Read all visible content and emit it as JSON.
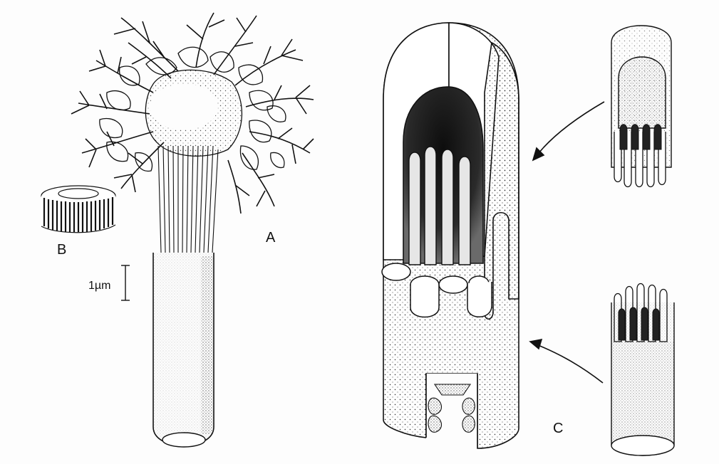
{
  "figure": {
    "labels": {
      "a": "A",
      "b": "B",
      "c": "C"
    },
    "scale_bar": {
      "text": "1µm"
    }
  }
}
